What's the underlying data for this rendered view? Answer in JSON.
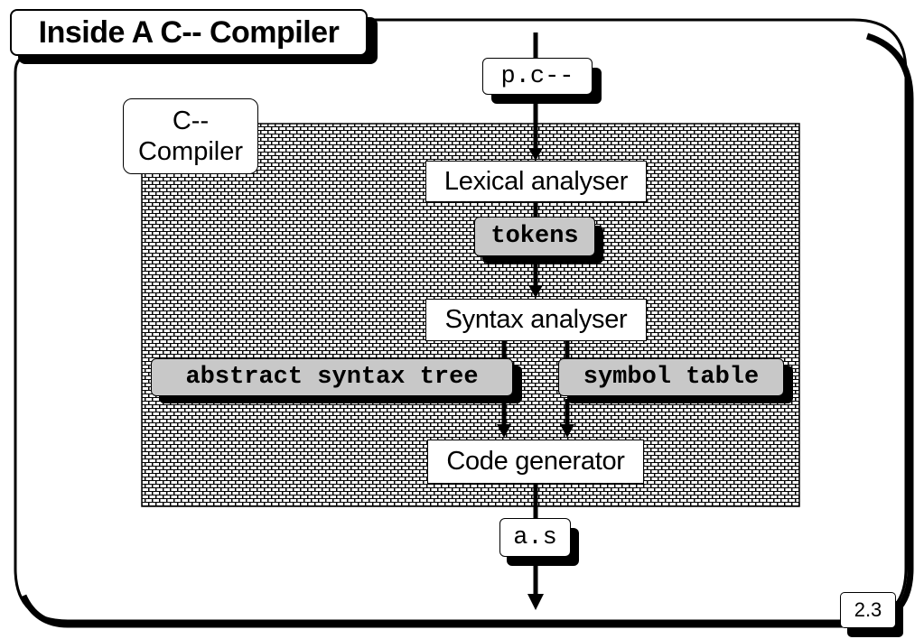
{
  "slide": {
    "title": "Inside A C-- Compiler",
    "page_number": "2.3"
  },
  "compiler_box": {
    "label_line1": "C--",
    "label_line2": "Compiler"
  },
  "input_file": "p.c--",
  "output_file": "a.s",
  "stages": [
    {
      "id": "lexical",
      "label": "Lexical analyser"
    },
    {
      "id": "syntax",
      "label": "Syntax analyser"
    },
    {
      "id": "codegen",
      "label": "Code generator"
    }
  ],
  "intermediates": {
    "tokens": "tokens",
    "ast": "abstract syntax tree",
    "symbol_table": "symbol table"
  },
  "colors": {
    "intermediate_fill": "#c8c8c8",
    "stage_fill": "#ffffff",
    "line": "#000000"
  }
}
